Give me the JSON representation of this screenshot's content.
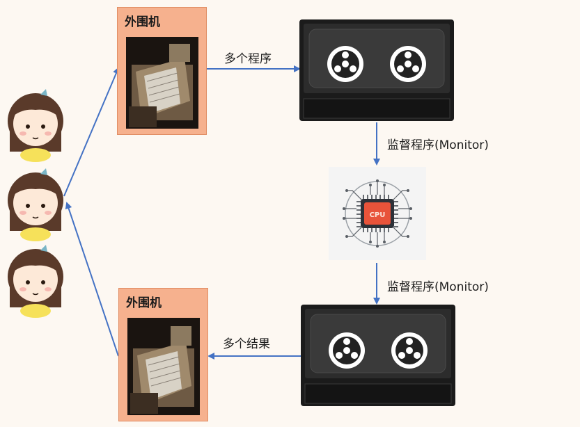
{
  "peripheral_top": {
    "title": "外围机"
  },
  "peripheral_bottom": {
    "title": "外围机"
  },
  "labels": {
    "programs": "多个程序",
    "monitor_top": "监督程序(Monitor)",
    "monitor_bottom": "监督程序(Monitor)",
    "results": "多个结果"
  },
  "cpu": {
    "chip_text": "CPU"
  },
  "colors": {
    "arrow": "#4472c4",
    "peripheral_fill": "#f6b18e",
    "chip_fill": "#e8533a",
    "background": "#fdf8f2"
  },
  "icons": {
    "person": "girl-avatar-icon",
    "tape": "tape-drive-icon",
    "cpu": "cpu-chip-icon",
    "photo": "card-reader-photo-icon"
  }
}
